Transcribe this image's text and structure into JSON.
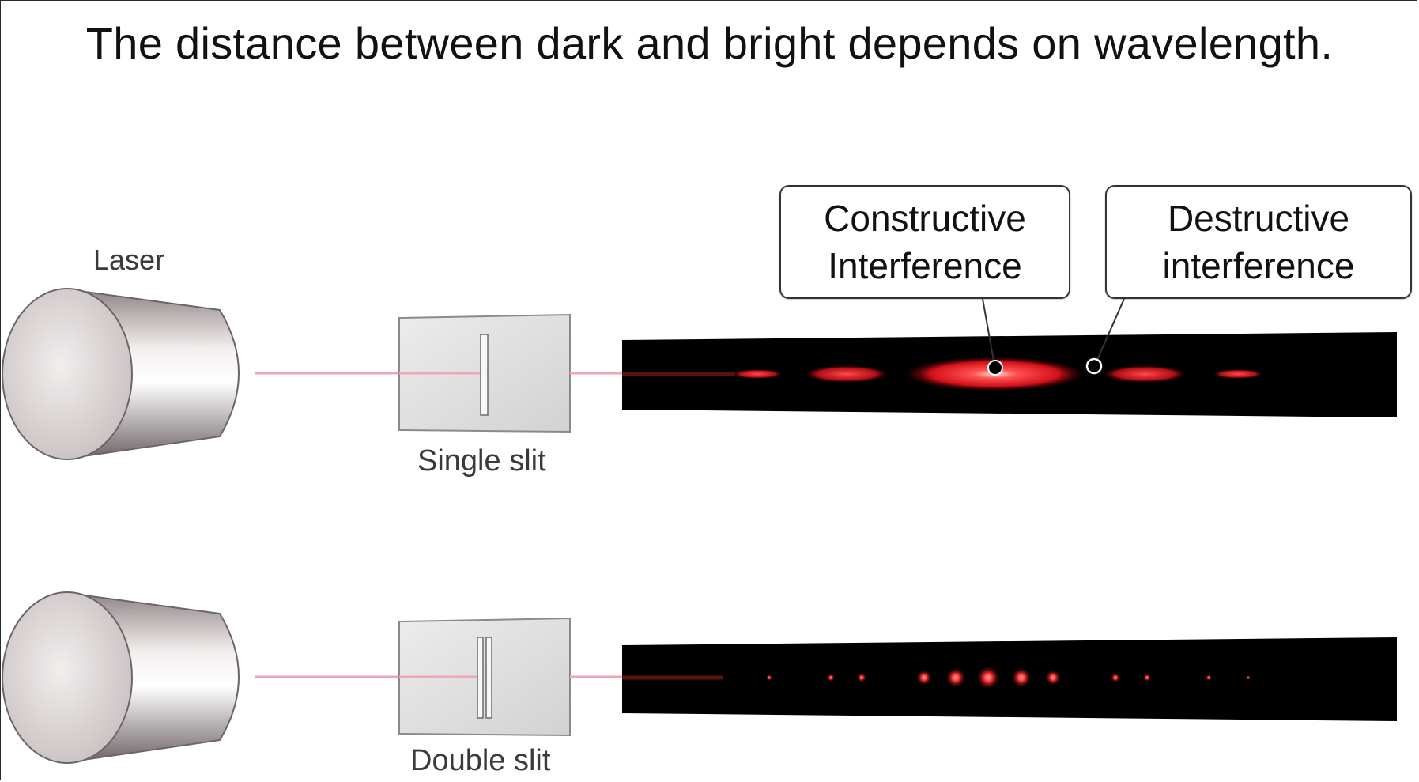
{
  "title": "The distance between dark and bright depends on wavelength.",
  "labels": {
    "laser": "Laser",
    "single_slit": "Single slit",
    "double_slit": "Double slit"
  },
  "callouts": {
    "constructive": {
      "line1": "Constructive",
      "line2": "Interference"
    },
    "destructive": {
      "line1": "Destructive",
      "line2": "interference"
    }
  },
  "colors": {
    "beam": "#f2a6b4",
    "fringe": "#ff2a2a",
    "screen": "#000000",
    "slit_plate": "#e2e2e2"
  }
}
